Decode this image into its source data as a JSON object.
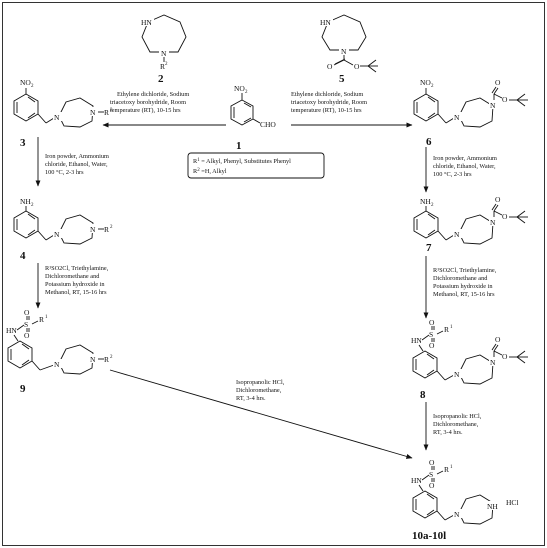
{
  "compounds": {
    "c1": {
      "label": "1",
      "nitro": "NO",
      "nitro_sub": "2",
      "aldehyde": "CHO"
    },
    "c2": {
      "label": "2",
      "nh": "HN",
      "n": "N",
      "r": "R",
      "r_sup": "2"
    },
    "c3": {
      "label": "3",
      "nitro": "NO",
      "nitro_sub": "2",
      "n": "N",
      "r": "R",
      "r_sup": "2"
    },
    "c4": {
      "label": "4",
      "amine": "NH",
      "amine_sub": "2",
      "n": "N",
      "r": "R",
      "r_sup": "2"
    },
    "c5": {
      "label": "5",
      "nh": "HN",
      "n": "N",
      "o": "O"
    },
    "c6": {
      "label": "6",
      "nitro": "NO",
      "nitro_sub": "2",
      "n": "N",
      "o": "O"
    },
    "c7": {
      "label": "7",
      "amine": "NH",
      "amine_sub": "2",
      "n": "N",
      "o": "O"
    },
    "c8": {
      "label": "8",
      "hn": "HN",
      "s": "S",
      "o": "O",
      "r": "R",
      "r_sup": "1",
      "n": "N"
    },
    "c9": {
      "label": "9",
      "hn": "HN",
      "s": "S",
      "o": "O",
      "r": "R",
      "r_sup": "1",
      "n": "N",
      "r2": "R",
      "r2_sup": "2"
    },
    "c10": {
      "label": "10a-10l",
      "hn": "HN",
      "s": "S",
      "o": "O",
      "r": "R",
      "r_sup": "1",
      "n": "N",
      "nh": "NH",
      "salt": "HCl"
    }
  },
  "conditions": {
    "reductive_amination_left": [
      "Ethylene dichloride, Sodium",
      "triacetoxy borohydride, Room",
      "temperature (RT), 10-15 hrs"
    ],
    "reductive_amination_right": [
      "Ethylene dichloride, Sodium",
      "triacetoxy borohydride, Room",
      "temperature (RT), 10-15 hrs"
    ],
    "iron_reduction_left": [
      "Iron powder, Ammonium",
      "chloride, Ethanol, Water,",
      "100 °C,   2-3 hrs"
    ],
    "iron_reduction_right": [
      "Iron powder, Ammonium",
      "chloride, Ethanol, Water,",
      "100 °C,   2-3 hrs"
    ],
    "sulfonylation_left": [
      "R¹SO2Cl, Triethylamine,",
      "Dichloromethane and",
      "Potassium hydroxide in",
      "Methanol, RT, 15-16 hrs"
    ],
    "sulfonylation_right": [
      "R¹SO2Cl, Triethylamine,",
      "Dichloromethane and",
      "Potassium hydroxide in",
      "Methanol, RT, 15-16 hrs"
    ],
    "deprotection_9": [
      "Isopropanolic HCl,",
      "Dichloromethane,",
      "RT, 3-4 hrs."
    ],
    "deprotection_8": [
      "Isopropanolic HCl,",
      "Dichloromethane,",
      "RT, 3-4 hrs."
    ]
  },
  "legend": {
    "r1": {
      "sym": "R",
      "sup": "1",
      "text": " = Alkyl, Phenyl, Substitutes Phenyl"
    },
    "r2": {
      "sym": "R",
      "sup": "2",
      "text": " =H, Alkyl"
    }
  }
}
